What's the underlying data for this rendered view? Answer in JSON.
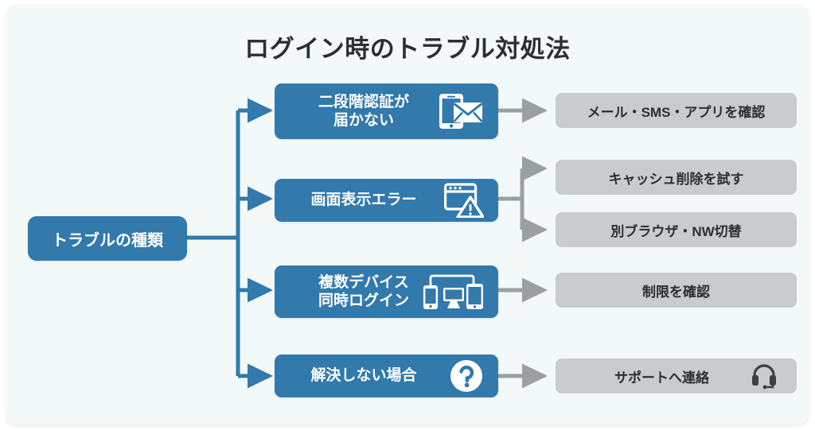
{
  "diagram": {
    "title": "ログイン時のトラブル対処法",
    "colors": {
      "background": "#f3f9f8",
      "blue": "#3279ac",
      "gray": "#c9cccd",
      "text_dark": "#2b2f31",
      "text_light": "#ffffff",
      "blue_connector": "#3279ac",
      "gray_connector": "#9aa0a2"
    },
    "root": {
      "label": "トラブルの種類"
    },
    "branches": [
      {
        "label": "二段階認証が\n届かない",
        "icon": "phone-envelope-icon",
        "outcomes": [
          {
            "label": "メール・SMS・アプリを確認",
            "icon": ""
          }
        ]
      },
      {
        "label": "画面表示エラー",
        "icon": "browser-warning-icon",
        "outcomes": [
          {
            "label": "キャッシュ削除を試す",
            "icon": ""
          },
          {
            "label": "別ブラウザ・NW切替",
            "icon": ""
          }
        ]
      },
      {
        "label": "複数デバイス\n同時ログイン",
        "icon": "multi-device-icon",
        "outcomes": [
          {
            "label": "制限を確認",
            "icon": ""
          }
        ]
      },
      {
        "label": "解決しない場合",
        "icon": "question-circle-icon",
        "outcomes": [
          {
            "label": "サポートへ連絡",
            "icon": "headset-icon"
          }
        ]
      }
    ]
  }
}
